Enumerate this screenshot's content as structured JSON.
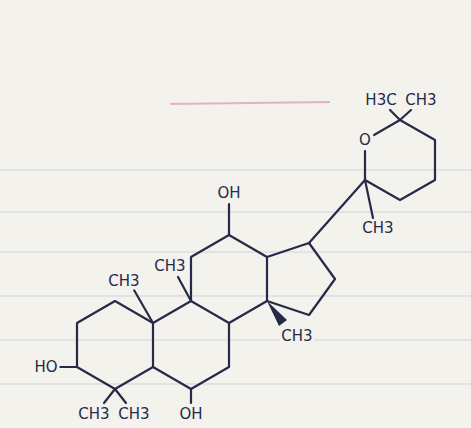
{
  "diagram": {
    "labels": [
      "H3C",
      "CH3",
      "O",
      "OH",
      "CH3",
      "CH3",
      "CH3",
      "CH3",
      "HO",
      "CH3",
      "CH3",
      "OH"
    ]
  }
}
